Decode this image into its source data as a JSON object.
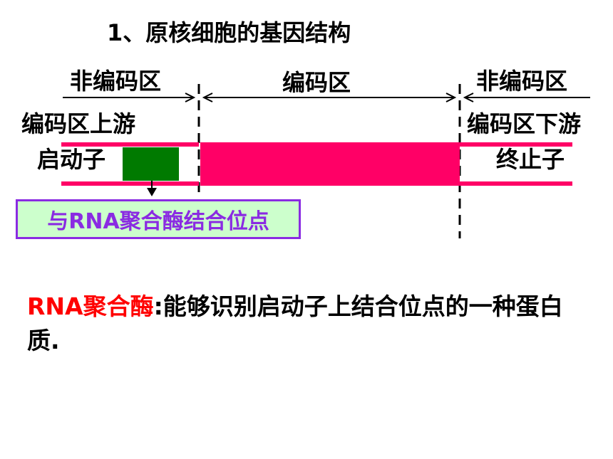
{
  "title": "1、原核细胞的基因结构",
  "regions": {
    "left_noncoding": "非编码区",
    "coding": "编码区",
    "right_noncoding": "非编码区"
  },
  "upstream_label": "编码区上游",
  "downstream_label": "编码区下游",
  "promoter_label": "启动子",
  "terminator_label": "终止子",
  "binding_site_label": "与RNA聚合酶结合位点",
  "definition": {
    "term": "RNA聚合酶",
    "text": ":能够识别启动子上结合位点的一种蛋白质."
  },
  "colors": {
    "strand": "#ff0066",
    "promoter_block": "#007a00",
    "binding_box_border": "#8a2be2",
    "binding_box_fill": "#ccffcc",
    "term_color": "#ff0000"
  }
}
